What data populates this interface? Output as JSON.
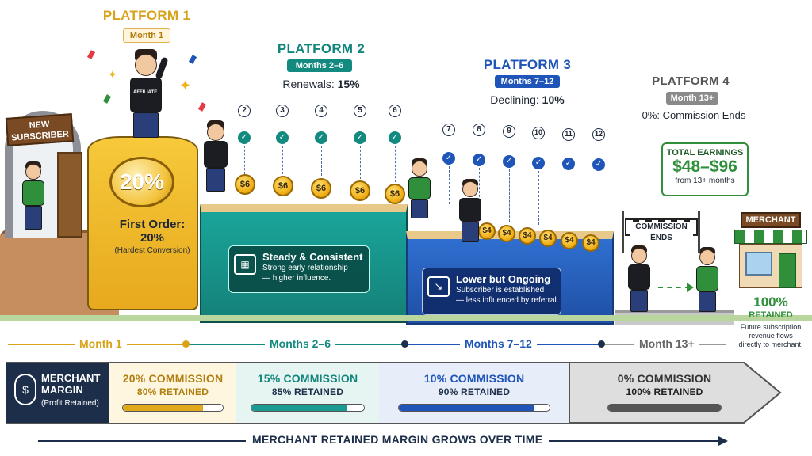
{
  "platforms": [
    {
      "title": "PLATFORM 1",
      "badge": "Month 1",
      "color": "#d9a21b"
    },
    {
      "title": "PLATFORM 2",
      "badge": "Months 2–6",
      "rate_label": "Renewals:",
      "rate_value": "15%",
      "color": "#1a9a90"
    },
    {
      "title": "PLATFORM 3",
      "badge": "Months 7–12",
      "rate_label": "Declining:",
      "rate_value": "10%",
      "color": "#1f55b8"
    },
    {
      "title": "PLATFORM 4",
      "badge": "Month 13+",
      "rate_text": "0%: Commission Ends",
      "color": "#8a8a8a"
    }
  ],
  "entrance": {
    "sign": "NEW SUBSCRIBER"
  },
  "first_order": {
    "big_pct": "20%",
    "line1": "First Order:",
    "line2": "20%",
    "note": "(Hardest Conversion)"
  },
  "teal_card": {
    "title": "Steady & Consistent",
    "line1": "Strong early relationship",
    "line2": "— higher influence."
  },
  "blue_card": {
    "title": "Lower but Ongoing",
    "line1": "Subscriber is established",
    "line2": "— less influenced by referral."
  },
  "steps_teal": [
    "2",
    "3",
    "4",
    "5",
    "6"
  ],
  "steps_blue": [
    "7",
    "8",
    "9",
    "10",
    "11",
    "12"
  ],
  "coin_teal": "$6",
  "coin_blue": "$4",
  "shirt_label": "AFFILIATE",
  "total_earnings": {
    "title": "TOTAL EARNINGS",
    "value": "$48–$96",
    "note": "from 13+ months"
  },
  "banner": "COMMISSION ENDS",
  "merchant": {
    "sign": "MERCHANT",
    "pct": "100%",
    "retained": "RETAINED",
    "note1": "Future subscription",
    "note2": "revenue flows",
    "note3": "directly to merchant."
  },
  "timeline": [
    "Month 1",
    "Months 2–6",
    "Months 7–12",
    "Month 13+"
  ],
  "band": {
    "head_title1": "MERCHANT",
    "head_title2": "MARGIN",
    "head_sub": "(Profit Retained)",
    "segments": [
      {
        "pct": "20%",
        "commission": "COMMISSION",
        "retained": "80% RETAINED",
        "fill": 0.8,
        "color": "#e0a91c"
      },
      {
        "pct": "15%",
        "commission": "COMMISSION",
        "retained": "85% RETAINED",
        "fill": 0.85,
        "color": "#1a9a90"
      },
      {
        "pct": "10%",
        "commission": "COMMISSION",
        "retained": "90% RETAINED",
        "fill": 0.9,
        "color": "#1f55b8"
      },
      {
        "pct": "0%",
        "commission": "COMMISSION",
        "retained": "100% RETAINED",
        "fill": 1.0,
        "color": "#555555"
      }
    ]
  },
  "bottom_label": "MERCHANT RETAINED MARGIN GROWS OVER TIME"
}
